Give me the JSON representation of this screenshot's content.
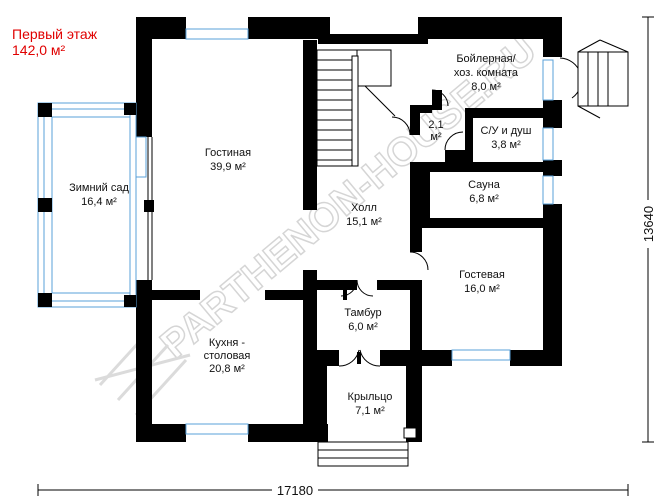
{
  "header": {
    "title": "Первый этаж",
    "area": "142,0 м²"
  },
  "rooms": [
    {
      "name": "Гостиная",
      "area": "39,9 м²"
    },
    {
      "name": "Зимний сад",
      "area": "16,4 м²"
    },
    {
      "name": "Бойлерная/",
      "name2": "хоз. комната",
      "area": "8,0 м²"
    },
    {
      "name": "2,1",
      "area": "м²"
    },
    {
      "name": "С/У и душ",
      "area": "3,8 м²"
    },
    {
      "name": "Сауна",
      "area": "6,8 м²"
    },
    {
      "name": "Холл",
      "area": "15,1 м²"
    },
    {
      "name": "Гостевая",
      "area": "16,0 м²"
    },
    {
      "name": "Тамбур",
      "area": "6,0 м²"
    },
    {
      "name": "Кухня -",
      "name2": "столовая",
      "area": "20,8 м²"
    },
    {
      "name": "Крыльцо",
      "area": "7,1 м²"
    }
  ],
  "dimensions": {
    "width": "17180",
    "height": "13640"
  },
  "watermark": "PARTHENON-HOUSE.RU",
  "colors": {
    "wall": "#000000",
    "window": "#5aa0d8",
    "title": "#e00000"
  }
}
